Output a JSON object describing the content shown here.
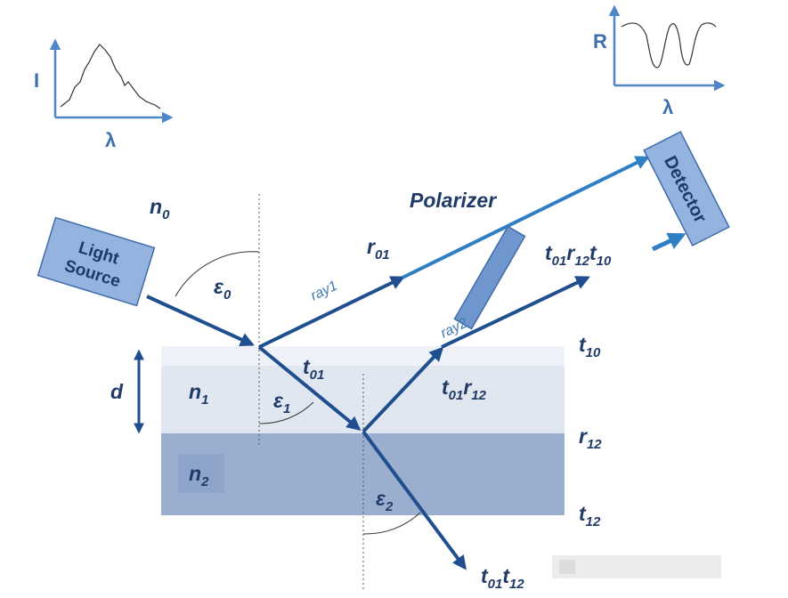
{
  "colors": {
    "dark_ray": "#1f4f8f",
    "light_ray": "#2f7fc4",
    "layer1": "#e1e7f1",
    "layer2": "#9aaed0",
    "box_fill": "#95b3df",
    "box_stroke": "#3f6da8",
    "axis": "#4f86c6",
    "text": "#1f3a66"
  },
  "labels": {
    "n0_main": "n",
    "n0_sub": "0",
    "n1_main": "n",
    "n1_sub": "1",
    "n2_main": "n",
    "n2_sub": "2",
    "d": "d",
    "eps0_main": "ε",
    "eps0_sub": "0",
    "eps1_main": "ε",
    "eps1_sub": "1",
    "eps2_main": "ε",
    "eps2_sub": "2",
    "ray1": "ray1",
    "ray2": "ray2",
    "r01_main": "r",
    "r01_sub": "01",
    "t01_main": "t",
    "t01_sub": "01",
    "t01r12": {
      "a": "t",
      "a_sub": "01",
      "b": "r",
      "b_sub": "12"
    },
    "t01r12t10": {
      "a": "t",
      "a_sub": "01",
      "b": "r",
      "b_sub": "12",
      "c": "t",
      "c_sub": "10"
    },
    "t10_main": "t",
    "t10_sub": "10",
    "r12_main": "r",
    "r12_sub": "12",
    "t12_main": "t",
    "t12_sub": "12",
    "t01t12": {
      "a": "t",
      "a_sub": "01",
      "b": "t",
      "b_sub": "12"
    },
    "polarizer": "Polarizer",
    "detector": "Detector",
    "light_source_line1": "Light",
    "light_source_line2": "Source",
    "spectrum_y": "I",
    "spectrum_x": "λ",
    "reflect_y": "R",
    "reflect_x": "λ"
  }
}
